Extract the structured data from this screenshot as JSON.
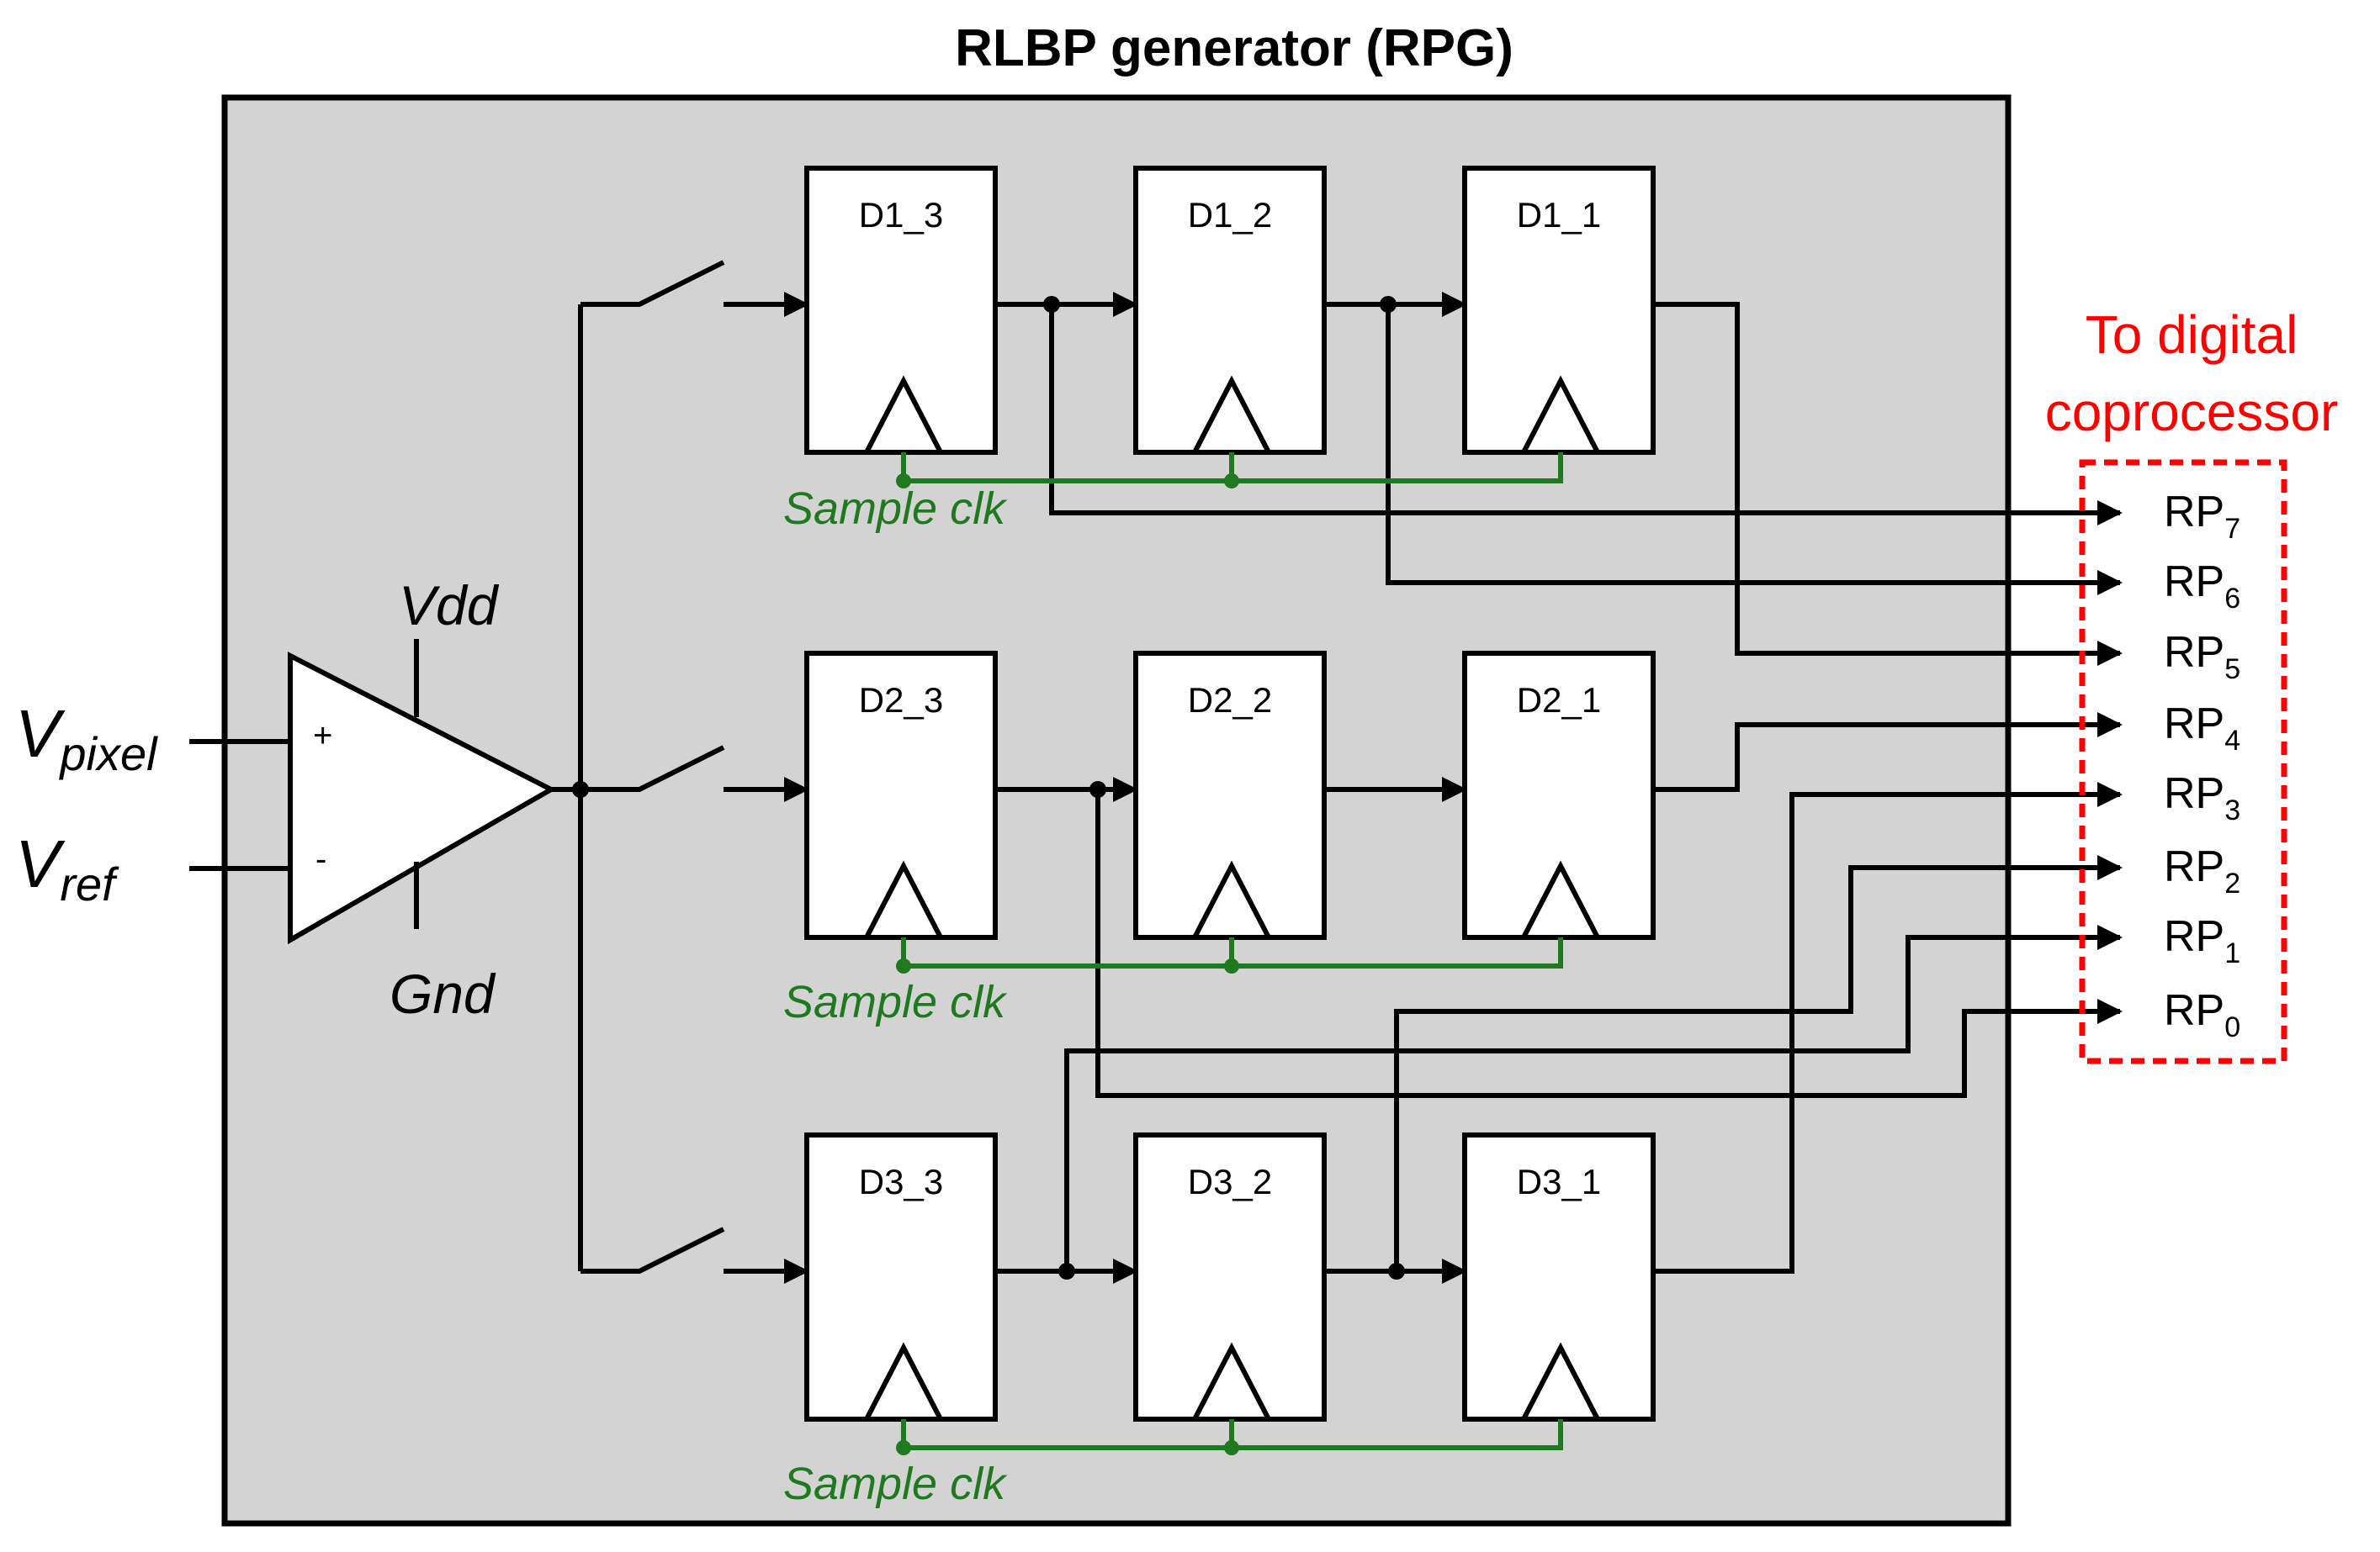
{
  "title": "RLBP generator (RPG)",
  "inputs": {
    "vpixel": {
      "main": "V",
      "sub": "pixel"
    },
    "vref": {
      "main": "V",
      "sub": "ref"
    }
  },
  "comparator": {
    "plus": "+",
    "minus": "-",
    "vdd": "Vdd",
    "gnd": "Gnd"
  },
  "flipflops": [
    [
      "D1_3",
      "D1_2",
      "D1_1"
    ],
    [
      "D2_3",
      "D2_2",
      "D2_1"
    ],
    [
      "D3_3",
      "D3_2",
      "D3_1"
    ]
  ],
  "clock_label": "Sample clk",
  "outputs": [
    {
      "main": "RP",
      "sub": "7"
    },
    {
      "main": "RP",
      "sub": "6"
    },
    {
      "main": "RP",
      "sub": "5"
    },
    {
      "main": "RP",
      "sub": "4"
    },
    {
      "main": "RP",
      "sub": "3"
    },
    {
      "main": "RP",
      "sub": "2"
    },
    {
      "main": "RP",
      "sub": "1"
    },
    {
      "main": "RP",
      "sub": "0"
    }
  ],
  "destination": [
    "To digital",
    "coprocessor"
  ],
  "colors": {
    "block_fill": "#d3d3d3",
    "clock": "#1f7a1f",
    "destination": "#ff0000"
  }
}
